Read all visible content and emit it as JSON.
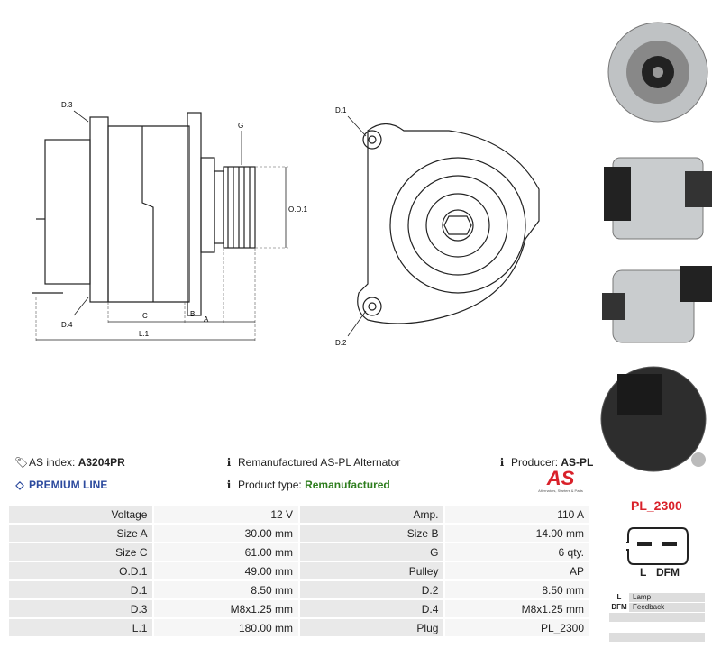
{
  "drawing": {
    "labels": {
      "d3": "D.3",
      "d4": "D.4",
      "g": "G",
      "od1": "O.D.1",
      "c": "C",
      "b": "B",
      "a": "A",
      "l1": "L.1",
      "d1": "D.1",
      "d2": "D.2"
    }
  },
  "info": {
    "as_index_label": "AS index:",
    "as_index_value": "A3204PR",
    "description": "Remanufactured AS-PL Alternator",
    "producer_label": "Producer:",
    "producer_value": "AS-PL",
    "premium": "PREMIUM LINE",
    "product_type_label": "Product type:",
    "product_type_value": "Remanufactured"
  },
  "logo": {
    "mark": "AS",
    "sub": "Alternators, Starters & Parts"
  },
  "specs": [
    {
      "l1": "Voltage",
      "v1": "12 V",
      "l2": "Amp.",
      "v2": "110 A"
    },
    {
      "l1": "Size A",
      "v1": "30.00 mm",
      "l2": "Size B",
      "v2": "14.00 mm"
    },
    {
      "l1": "Size C",
      "v1": "61.00 mm",
      "l2": "G",
      "v2": "6 qty."
    },
    {
      "l1": "O.D.1",
      "v1": "49.00 mm",
      "l2": "Pulley",
      "v2": "AP"
    },
    {
      "l1": "D.1",
      "v1": "8.50 mm",
      "l2": "D.2",
      "v2": "8.50 mm"
    },
    {
      "l1": "D.3",
      "v1": "M8x1.25 mm",
      "l2": "D.4",
      "v2": "M8x1.25 mm"
    },
    {
      "l1": "L.1",
      "v1": "180.00 mm",
      "l2": "Plug",
      "v2": "PL_2300"
    }
  ],
  "plug": {
    "title": "PL_2300",
    "pin_left": "L",
    "pin_right": "DFM",
    "legend": [
      {
        "key": "L",
        "desc": "Lamp"
      },
      {
        "key": "DFM",
        "desc": "Feedback"
      }
    ]
  },
  "colors": {
    "accent": "#d9212a",
    "premium": "#2c4a9e",
    "type": "#2e7d1e"
  }
}
